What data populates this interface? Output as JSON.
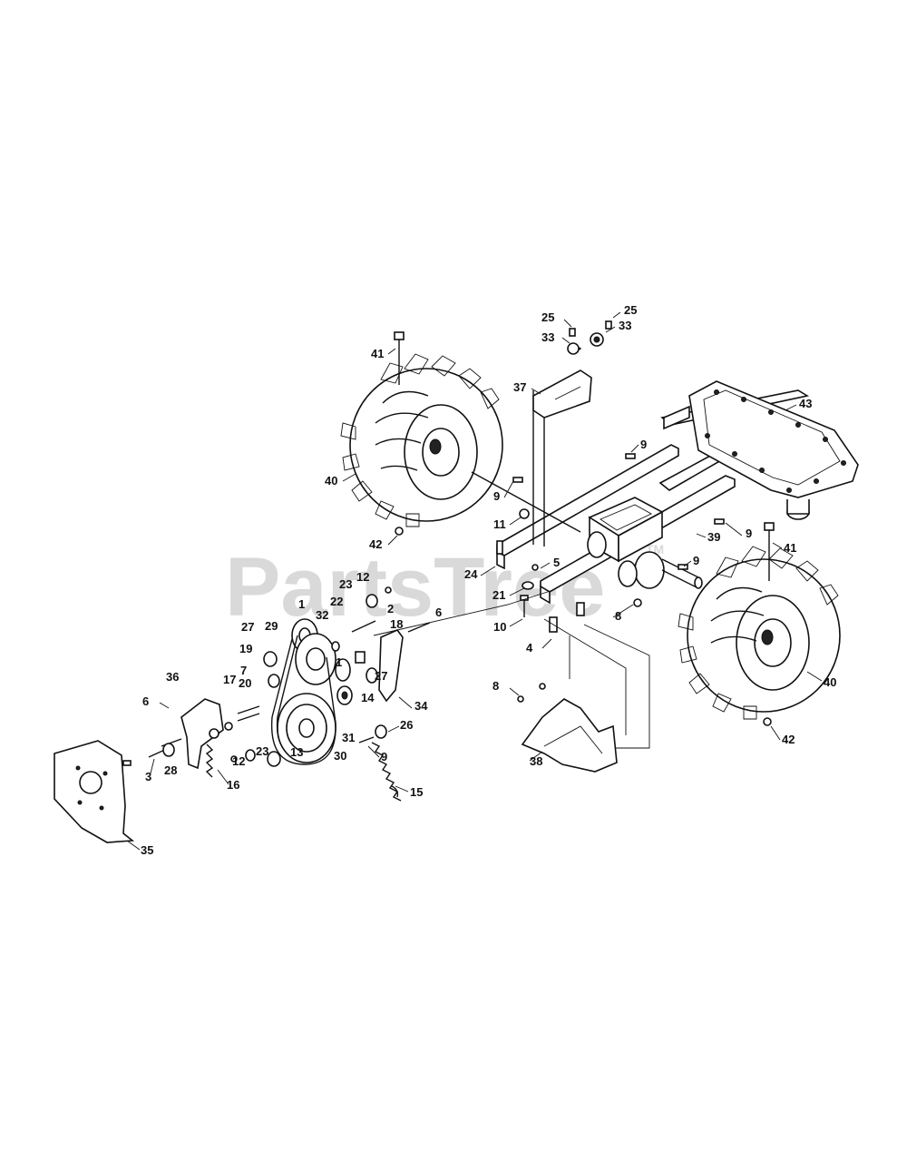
{
  "watermark": {
    "text": "PartsTree",
    "tm": "TM"
  },
  "callouts": [
    {
      "id": "c41a",
      "text": "41"
    },
    {
      "id": "c25a",
      "text": "25"
    },
    {
      "id": "c25b",
      "text": "25"
    },
    {
      "id": "c33a",
      "text": "33"
    },
    {
      "id": "c33b",
      "text": "33"
    },
    {
      "id": "c37",
      "text": "37"
    },
    {
      "id": "c43",
      "text": "43"
    },
    {
      "id": "c9a",
      "text": "9"
    },
    {
      "id": "c40a",
      "text": "40"
    },
    {
      "id": "c9b",
      "text": "9"
    },
    {
      "id": "c11",
      "text": "11"
    },
    {
      "id": "c39",
      "text": "39"
    },
    {
      "id": "c9c",
      "text": "9"
    },
    {
      "id": "c42a",
      "text": "42"
    },
    {
      "id": "c41b",
      "text": "41"
    },
    {
      "id": "c24",
      "text": "24"
    },
    {
      "id": "c5",
      "text": "5"
    },
    {
      "id": "c9d",
      "text": "9"
    },
    {
      "id": "c21",
      "text": "21"
    },
    {
      "id": "c23a",
      "text": "23"
    },
    {
      "id": "c12a",
      "text": "12"
    },
    {
      "id": "c1a",
      "text": "1"
    },
    {
      "id": "c22",
      "text": "22"
    },
    {
      "id": "c2",
      "text": "2"
    },
    {
      "id": "c6a",
      "text": "6"
    },
    {
      "id": "c10",
      "text": "10"
    },
    {
      "id": "c8a",
      "text": "8"
    },
    {
      "id": "c27a",
      "text": "27"
    },
    {
      "id": "c29",
      "text": "29"
    },
    {
      "id": "c32",
      "text": "32"
    },
    {
      "id": "c18",
      "text": "18"
    },
    {
      "id": "c19",
      "text": "19"
    },
    {
      "id": "c4",
      "text": "4"
    },
    {
      "id": "c7",
      "text": "7"
    },
    {
      "id": "c1b",
      "text": "1"
    },
    {
      "id": "c36",
      "text": "36"
    },
    {
      "id": "c17",
      "text": "17"
    },
    {
      "id": "c20",
      "text": "20"
    },
    {
      "id": "c27b",
      "text": "27"
    },
    {
      "id": "c40b",
      "text": "40"
    },
    {
      "id": "c14",
      "text": "14"
    },
    {
      "id": "c8b",
      "text": "8"
    },
    {
      "id": "c6b",
      "text": "6"
    },
    {
      "id": "c34",
      "text": "34"
    },
    {
      "id": "c26",
      "text": "26"
    },
    {
      "id": "c9e",
      "text": "9"
    },
    {
      "id": "c42b",
      "text": "42"
    },
    {
      "id": "c3",
      "text": "3"
    },
    {
      "id": "c28",
      "text": "28"
    },
    {
      "id": "c12b",
      "text": "12"
    },
    {
      "id": "c23b",
      "text": "23"
    },
    {
      "id": "c13",
      "text": "13"
    },
    {
      "id": "c30",
      "text": "30"
    },
    {
      "id": "c31",
      "text": "31"
    },
    {
      "id": "c38",
      "text": "38"
    },
    {
      "id": "c16",
      "text": "16"
    },
    {
      "id": "c15",
      "text": "15"
    },
    {
      "id": "c35",
      "text": "35"
    }
  ]
}
